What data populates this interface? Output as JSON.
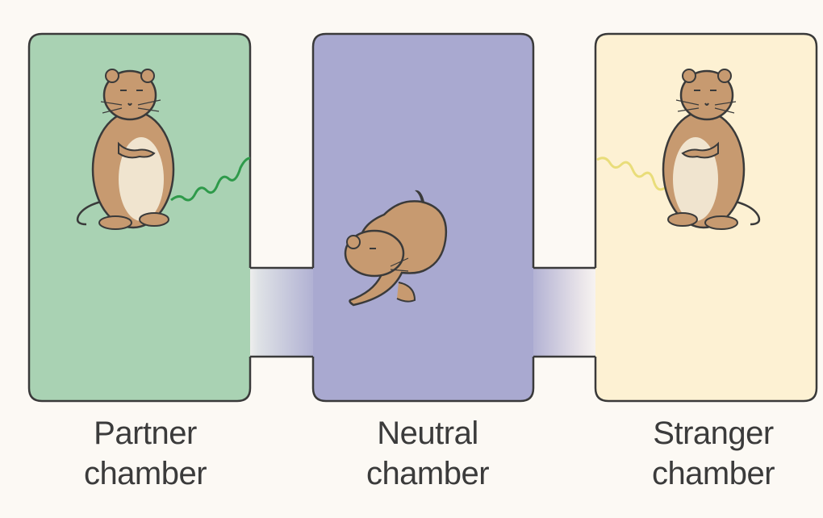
{
  "colors": {
    "background": "#fcf9f4",
    "partner_chamber": "#a9d2b3",
    "neutral_chamber": "#a9a9d0",
    "stranger_chamber": "#fdf1d3",
    "outline": "#3a3a3a",
    "partner_scent": "#2e9a4a",
    "stranger_scent": "#e9dd7a",
    "vole_fur": "#c79a70",
    "vole_belly": "#f0e4cf"
  },
  "chambers": [
    {
      "id": "partner",
      "line1": "Partner",
      "line2": "chamber"
    },
    {
      "id": "neutral",
      "line1": "Neutral",
      "line2": "chamber"
    },
    {
      "id": "stranger",
      "line1": "Stranger",
      "line2": "chamber"
    }
  ],
  "icons": [
    "partner-vole-icon",
    "test-vole-icon",
    "stranger-vole-icon"
  ]
}
